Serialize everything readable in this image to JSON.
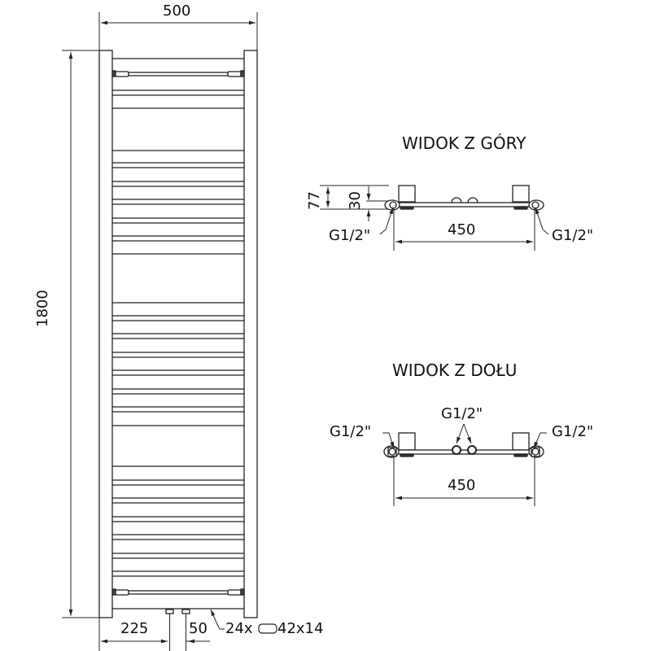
{
  "front_view": {
    "width_label": "500",
    "height_label": "1800",
    "offset_label": "225",
    "spacing_label": "50",
    "bars_callout": {
      "count": "24x",
      "profile_icon": "rounded-rect-profile-icon",
      "size": "42x14"
    }
  },
  "top_view": {
    "title": "WIDOK Z GÓRY",
    "depth_label": "77",
    "offset_label": "30",
    "span_label": "450",
    "left_connection": "G1/2\"",
    "right_connection": "G1/2\""
  },
  "bottom_view": {
    "title": "WIDOK Z DOŁU",
    "span_label": "450",
    "left_connection": "G1/2\"",
    "center_connection": "G1/2\"",
    "right_connection": "G1/2\""
  },
  "colors": {
    "line": "#222222",
    "background": "#ffffff",
    "foot": "#333333"
  }
}
